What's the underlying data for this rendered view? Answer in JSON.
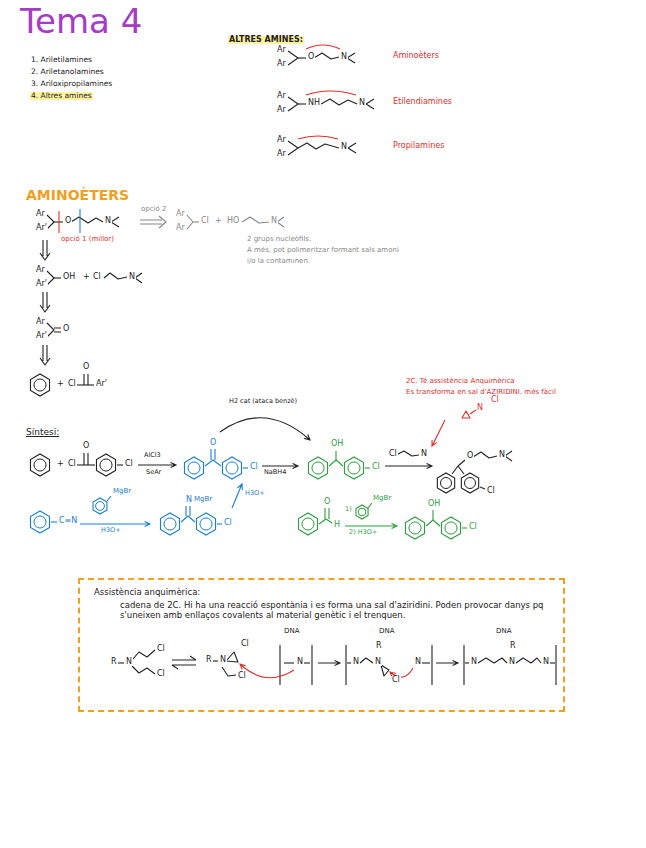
{
  "diagram": {
    "title": "Tema 4",
    "nodes": [
      {
        "text": [
          "Assistència anquimèrica:",
          "cadena de 2C. Hi ha una reacció espontània i es forma una sal d'aziridini. Poden provocar danys pq s'uneixen amb enllaços covalents al material genètic i el trenquen."
        ]
      }
    ],
    "labels": [
      "1. Ariletilamines",
      "2. Ariletanolamines",
      "3. Ariloxipropilamines",
      "4. Altres amines",
      "ALTRES AMINES:",
      "Ar",
      "Ar",
      "O",
      "N",
      "Aminoèters",
      "Ar",
      "Ar",
      "NH",
      "N",
      "Etilendiamines",
      "Ar",
      "Ar",
      "N",
      "Propilamines",
      "AMINOÈTERS",
      "Ar",
      "Ar'",
      "O",
      "N",
      "opció 2",
      "Ar",
      "Ar",
      "Cl",
      "+",
      "HO",
      "N",
      "2 grups nucleòfils.",
      "A més, pot polimeritzar formant sals amoni",
      "i/o la contaminen.",
      "opció 1 (millor)",
      "Ar",
      "Ar'",
      "OH",
      "+",
      "Cl",
      "N",
      "Ar",
      "Ar'",
      "O",
      "+",
      "Cl",
      "O",
      "Ar'",
      "Síntesi:",
      "+",
      "Cl",
      "O",
      "Cl",
      "AlCl3",
      "SeAr",
      "O",
      "Cl",
      "H2 cat (ataca benzè)",
      "NaBH4",
      "OH",
      "Cl",
      "Cl",
      "N",
      "O",
      "N",
      "Cl",
      "2C. Té assistència Anquimèrica",
      "Es transforma en sal d'AZIRIDINI. més fàcil",
      "N",
      "Cl",
      "C≡N",
      "MgBr",
      "H3O+",
      "N",
      "MgBr",
      "Cl",
      "H3O+",
      "O",
      "H",
      "1)",
      "MgBr",
      "2) H3O+",
      "OH",
      "Cl",
      "R",
      "N",
      "Cl",
      "Cl",
      "R",
      "N",
      "Cl",
      "Cl",
      "DNA",
      "N",
      "DNA",
      "N",
      "N",
      "R",
      "Cl",
      "N",
      "DNA",
      "N",
      "N",
      "R",
      "N"
    ]
  }
}
